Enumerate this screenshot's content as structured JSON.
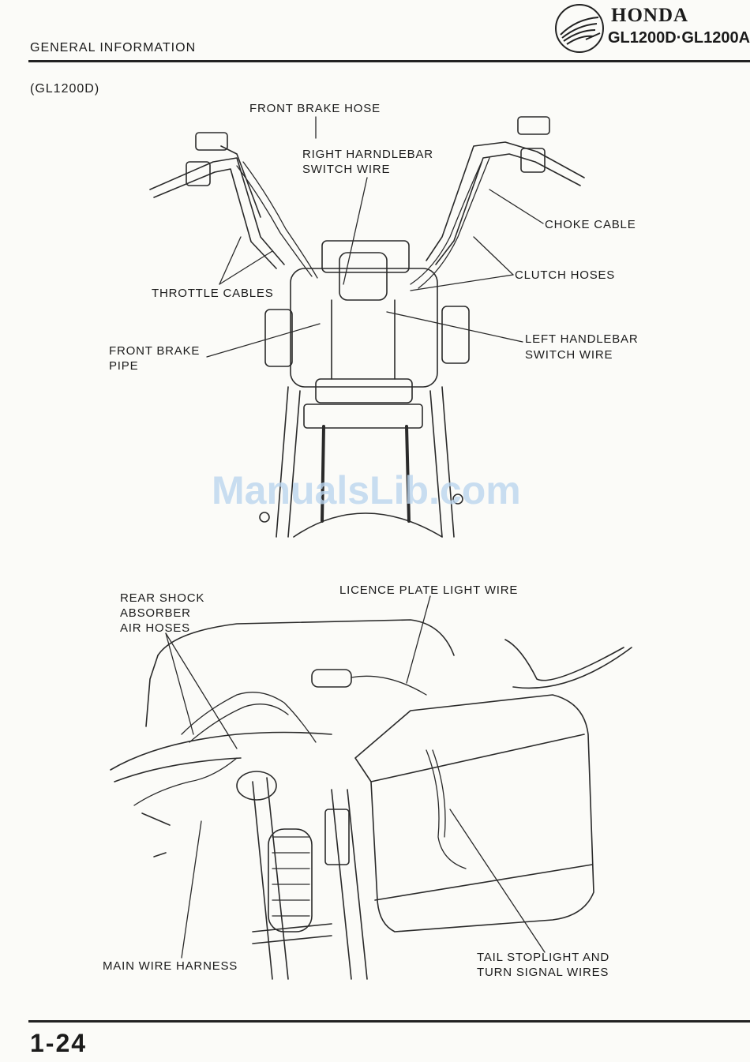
{
  "header": {
    "section_title": "GENERAL INFORMATION",
    "brand": "HONDA",
    "model": "GL1200D·GL1200A",
    "logo_icon": "honda-wing-logo-icon"
  },
  "subheading": "(GL1200D)",
  "watermark": "ManualsLib.com",
  "figure_top": {
    "labels": {
      "front_brake_hose": "FRONT BRAKE HOSE",
      "right_switch_1": "RIGHT HARNDLEBAR",
      "right_switch_2": "SWITCH WIRE",
      "choke_cable": "CHOKE CABLE",
      "clutch_hoses": "CLUTCH HOSES",
      "throttle_cables": "THROTTLE CABLES",
      "front_brake_pipe_1": "FRONT BRAKE",
      "front_brake_pipe_2": "PIPE",
      "left_switch_1": "LEFT HANDLEBAR",
      "left_switch_2": "SWITCH WIRE"
    }
  },
  "figure_bottom": {
    "labels": {
      "rear_shock_1": "REAR SHOCK",
      "rear_shock_2": "ABSORBER",
      "rear_shock_3": "AIR HOSES",
      "licence_plate": "LICENCE PLATE LIGHT WIRE",
      "main_harness": "MAIN WIRE HARNESS",
      "tail_1": "TAIL STOPLIGHT AND",
      "tail_2": "TURN SIGNAL WIRES"
    }
  },
  "footer": {
    "page_number": "1-24"
  }
}
